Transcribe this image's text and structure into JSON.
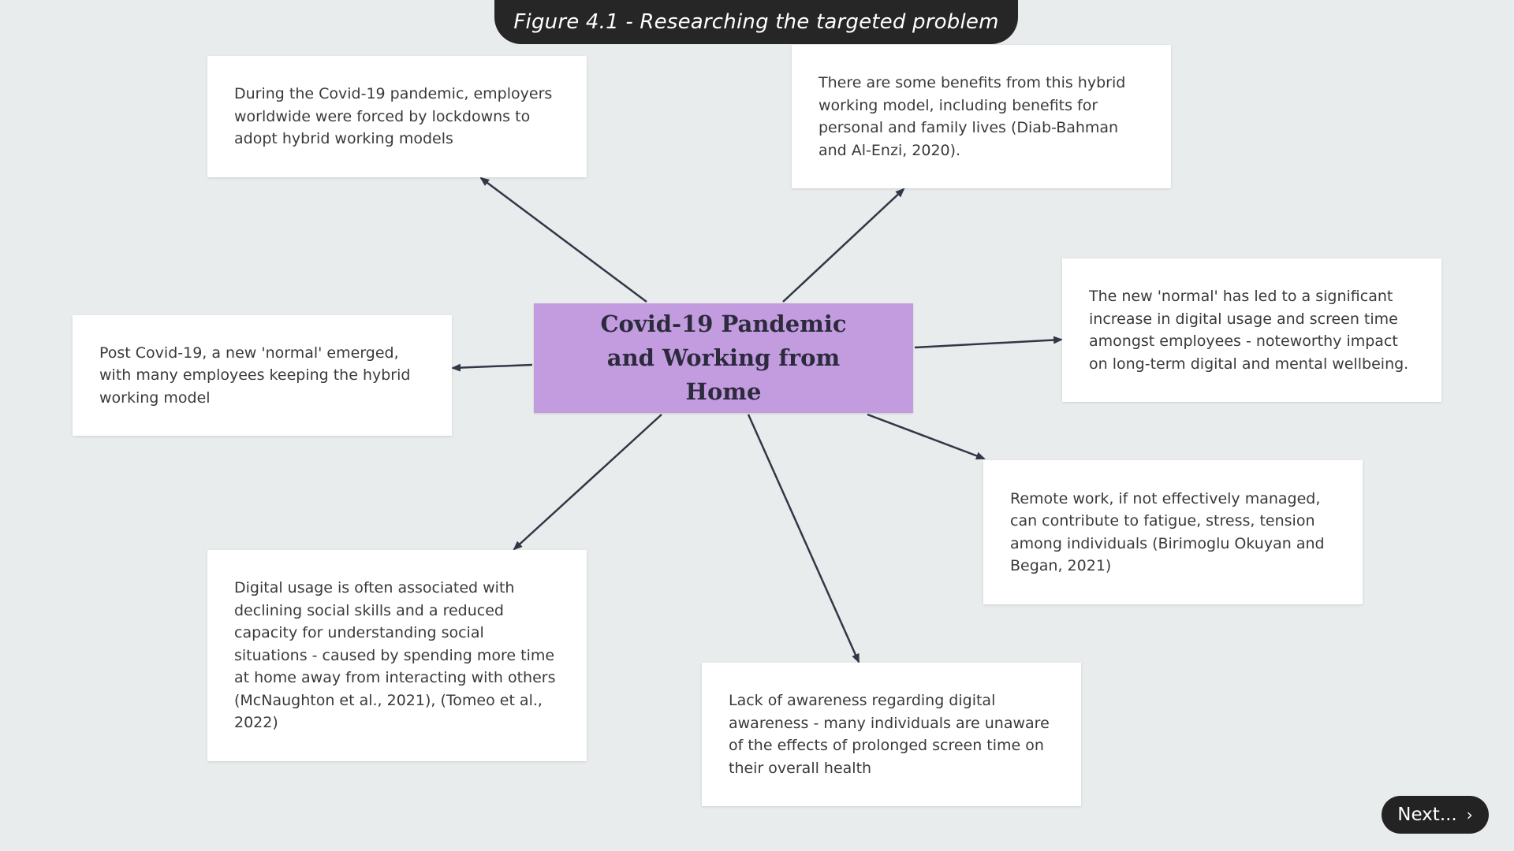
{
  "figure_title": "Figure 4.1 - Researching the targeted problem",
  "central_topic": "Covid-19 Pandemic and Working from Home",
  "cards": [
    "During the Covid-19 pandemic, employers worldwide were forced by lockdowns to adopt hybrid working models",
    "There are some benefits from this hybrid working model, including benefits for personal and family lives (Diab-Bahman and Al-Enzi, 2020).",
    "The new 'normal' has led to a significant increase in digital usage and screen time amongst employees - noteworthy impact on long-term digital and mental wellbeing.",
    "Post Covid-19, a new 'normal' emerged, with many employees keeping the hybrid working model",
    "Remote work, if not effectively managed, can contribute to fatigue, stress, tension among individuals (Birimoglu Okuyan and Began, 2021)",
    "Digital usage is often associated with declining social skills and a reduced capacity for understanding social situations - caused by spending more time at home away from interacting with others (McNaughton et al., 2021), (Tomeo et al., 2022)",
    "Lack of awareness regarding digital awareness - many individuals are unaware of the effects of prolonged screen time on their overall health"
  ],
  "next_button": "Next...",
  "colors": {
    "background": "#e9ecec",
    "central_fill": "#c39bdf",
    "card_fill": "#ffffff",
    "arrow": "#323748",
    "title_bar": "#262626"
  },
  "icons": {
    "next": "chevron-right-icon"
  }
}
